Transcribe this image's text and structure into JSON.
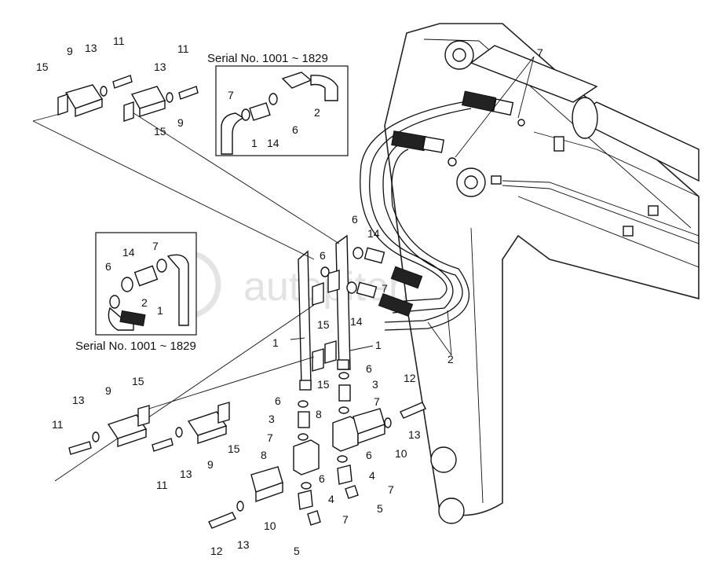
{
  "watermark": "autopiter.ru",
  "serial_notes": {
    "top": "Serial No. 1001 ~ 1829",
    "left": "Serial No. 1001 ~ 1829"
  },
  "callouts": {
    "c1": "15",
    "c2": "9",
    "c3": "13",
    "c4": "11",
    "c5": "13",
    "c6": "11",
    "c7": "9",
    "c8": "15",
    "c9": "7",
    "c10": "2",
    "c11": "6",
    "c12": "14",
    "c13": "1",
    "c14": "7",
    "c15": "6",
    "c16": "14",
    "c17": "7",
    "c18": "2",
    "c19": "1",
    "c20": "6",
    "c21": "14",
    "c22": "6",
    "c23": "7",
    "c24": "15",
    "c25": "14",
    "c26": "15",
    "c27": "2",
    "c28": "1",
    "c29": "1",
    "c30": "15",
    "c31": "9",
    "c32": "13",
    "c33": "11",
    "c34": "6",
    "c35": "3",
    "c36": "6",
    "c37": "3",
    "c38": "7",
    "c39": "8",
    "c40": "7",
    "c41": "8",
    "c42": "12",
    "c43": "13",
    "c44": "10",
    "c45": "6",
    "c46": "4",
    "c47": "7",
    "c48": "5",
    "c49": "11",
    "c50": "13",
    "c51": "9",
    "c52": "15",
    "c53": "6",
    "c54": "4",
    "c55": "7",
    "c56": "5",
    "c57": "10",
    "c58": "12",
    "c59": "13"
  },
  "legend": "none"
}
